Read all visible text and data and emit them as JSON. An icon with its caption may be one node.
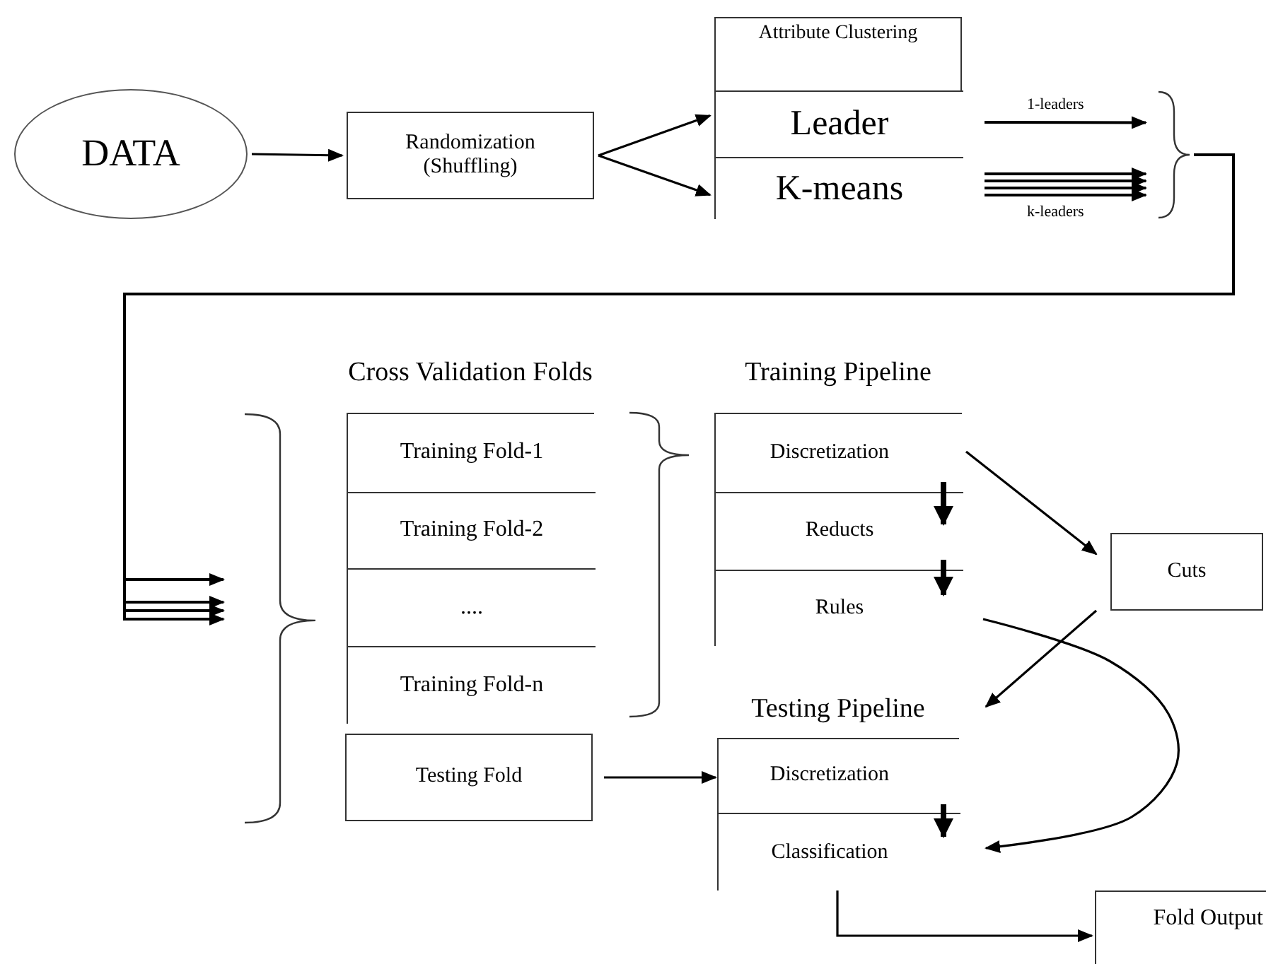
{
  "diagram": {
    "nodes": [
      {
        "text": [
          "DATA"
        ]
      },
      {
        "text": [
          "Randomization (Shuffling)"
        ]
      },
      {
        "text": [
          "Attribute Clustering"
        ]
      },
      {
        "text": [
          "Leader"
        ],
        "in": 2
      },
      {
        "text": [
          "K-means"
        ],
        "in": 2
      },
      {
        "text": [],
        "shape": "brace"
      },
      {
        "text": [],
        "shape": "brace"
      },
      {
        "text": [
          "Cross Validation Folds"
        ]
      },
      {
        "text": [
          "Training Fold-1"
        ],
        "in": 7
      },
      {
        "text": [
          "Training Fold-2"
        ],
        "in": 7
      },
      {
        "text": [
          "...."
        ],
        "in": 7
      },
      {
        "text": [
          "Training Fold-n"
        ],
        "in": 7
      },
      {
        "text": [
          "Training Pipeline"
        ]
      },
      {
        "text": [
          "Discretization"
        ],
        "in": 12
      },
      {
        "text": [
          "Reducts"
        ],
        "in": 12
      },
      {
        "text": [
          "Rules"
        ],
        "in": 12
      },
      {
        "text": [
          "Cuts"
        ]
      },
      {
        "text": [
          "Testing Fold"
        ]
      },
      {
        "text": [
          "Testing Pipeline"
        ]
      },
      {
        "text": [
          "Discretization"
        ],
        "in": 18
      },
      {
        "text": [
          "Classification"
        ],
        "in": 18
      },
      {
        "text": [
          "Fold Output"
        ]
      }
    ],
    "edges": [
      {
        "from": 0,
        "to": 1,
        "arrow": "to"
      },
      {
        "from": 1,
        "to": 3,
        "arrow": "to"
      },
      {
        "from": 1,
        "to": 4,
        "arrow": "to"
      },
      {
        "from": 3,
        "to": 5,
        "arrow": "to",
        "label": "1-leaders"
      },
      {
        "from": 4,
        "to": 5,
        "arrow": "to"
      },
      {
        "from": 4,
        "to": 5,
        "arrow": "to"
      },
      {
        "from": 4,
        "to": 5,
        "arrow": "to"
      },
      {
        "from": 4,
        "to": 5,
        "arrow": "to",
        "label": "k-leaders"
      },
      {
        "from": 5,
        "to": 6,
        "arrow": "to"
      },
      {
        "from": 5,
        "to": 6,
        "arrow": "to"
      },
      {
        "from": 5,
        "to": 6,
        "arrow": "to"
      },
      {
        "from": 5,
        "to": 6,
        "arrow": "to"
      },
      {
        "from": 13,
        "to": 14,
        "arrow": "to",
        "style": "thick"
      },
      {
        "from": 14,
        "to": 15,
        "arrow": "to",
        "style": "thick"
      },
      {
        "from": 13,
        "to": 16,
        "arrow": "to"
      },
      {
        "from": 16,
        "to": 18,
        "arrow": "to"
      },
      {
        "from": 15,
        "to": 20,
        "arrow": "to"
      },
      {
        "from": 17,
        "to": 19,
        "arrow": "to"
      },
      {
        "from": 19,
        "to": 20,
        "arrow": "to",
        "style": "thick"
      },
      {
        "from": 20,
        "to": 21,
        "arrow": "to"
      }
    ]
  }
}
